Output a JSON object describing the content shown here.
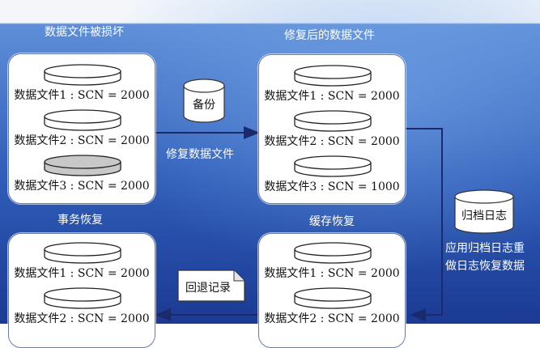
{
  "panels": {
    "corrupted": {
      "title": "数据文件被损坏",
      "files": [
        {
          "label": "数据文件1 : SCN = 2000",
          "state": "normal"
        },
        {
          "label": "数据文件2 : SCN = 2000",
          "state": "normal"
        },
        {
          "label": "数据文件3 : SCN = 2000",
          "state": "damaged"
        }
      ]
    },
    "restored": {
      "title": "修复后的数据文件",
      "files": [
        {
          "label": "数据文件1 : SCN = 2000",
          "state": "normal"
        },
        {
          "label": "数据文件2 : SCN = 2000",
          "state": "normal"
        },
        {
          "label": "数据文件3 : SCN = 1000",
          "state": "normal"
        }
      ]
    },
    "transaction": {
      "title": "事务恢复",
      "files": [
        {
          "label": "数据文件1 : SCN = 2000",
          "state": "normal"
        },
        {
          "label": "数据文件2 : SCN = 2000",
          "state": "normal"
        }
      ]
    },
    "cache": {
      "title": "缓存恢复",
      "files": [
        {
          "label": "数据文件1 : SCN = 2000",
          "state": "normal"
        },
        {
          "label": "数据文件2 : SCN = 2000",
          "state": "normal"
        }
      ]
    }
  },
  "backup": {
    "label": "备份"
  },
  "restore_step": {
    "label": "修复数据文件"
  },
  "archive": {
    "label": "归档日志"
  },
  "redo_step": {
    "line1": "应用归档日志重",
    "line2": "做日志恢复数据"
  },
  "rollback": {
    "label": "回退记录"
  },
  "colors": {
    "disk_fill": "#ffffff",
    "disk_damaged": "#c8c8c8",
    "line": "#1b2a6b"
  }
}
